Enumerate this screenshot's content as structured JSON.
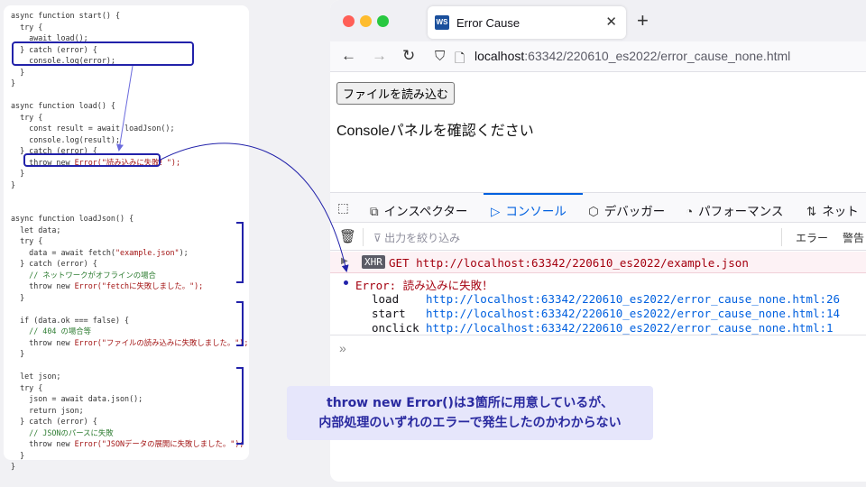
{
  "code": {
    "lines": [
      [
        {
          "t": "async function start() {",
          "c": "kw0"
        }
      ],
      [
        {
          "t": "  try {",
          "c": ""
        }
      ],
      [
        {
          "t": "    await load();",
          "c": ""
        }
      ],
      [
        {
          "t": "  } catch (error) {",
          "c": ""
        }
      ],
      [
        {
          "t": "    console.log(error);",
          "c": ""
        }
      ],
      [
        {
          "t": "  }",
          "c": ""
        }
      ],
      [
        {
          "t": "}",
          "c": ""
        }
      ],
      [
        {
          "t": "",
          "c": ""
        }
      ],
      [
        {
          "t": "async function load() {",
          "c": ""
        }
      ],
      [
        {
          "t": "  try {",
          "c": ""
        }
      ],
      [
        {
          "t": "    const result = await loadJson();",
          "c": ""
        }
      ],
      [
        {
          "t": "    console.log(result);",
          "c": ""
        }
      ],
      [
        {
          "t": "  } catch (error) {",
          "c": ""
        }
      ],
      [
        {
          "t": "    throw new ",
          "c": ""
        },
        {
          "t": "Error(\"読み込みに失敗！\");",
          "c": "str"
        }
      ],
      [
        {
          "t": "  }",
          "c": ""
        }
      ],
      [
        {
          "t": "}",
          "c": ""
        }
      ],
      [
        {
          "t": "",
          "c": ""
        }
      ],
      [
        {
          "t": "",
          "c": ""
        }
      ],
      [
        {
          "t": "async function loadJson() {",
          "c": ""
        }
      ],
      [
        {
          "t": "  let data;",
          "c": ""
        }
      ],
      [
        {
          "t": "  try {",
          "c": ""
        }
      ],
      [
        {
          "t": "    data = await fetch(",
          "c": ""
        },
        {
          "t": "\"example.json\"",
          "c": "str"
        },
        {
          "t": ");",
          "c": ""
        }
      ],
      [
        {
          "t": "  } catch (error) {",
          "c": ""
        }
      ],
      [
        {
          "t": "    // ネットワークがオフラインの場合",
          "c": "cm"
        }
      ],
      [
        {
          "t": "    throw new ",
          "c": ""
        },
        {
          "t": "Error(\"fetchに失敗しました。\");",
          "c": "str"
        }
      ],
      [
        {
          "t": "  }",
          "c": ""
        }
      ],
      [
        {
          "t": "",
          "c": ""
        }
      ],
      [
        {
          "t": "  if (data.ok === false) {",
          "c": ""
        }
      ],
      [
        {
          "t": "    // 404 の場合等",
          "c": "cm"
        }
      ],
      [
        {
          "t": "    throw new ",
          "c": ""
        },
        {
          "t": "Error(\"ファイルの読み込みに失敗しました。\");",
          "c": "str"
        }
      ],
      [
        {
          "t": "  }",
          "c": ""
        }
      ],
      [
        {
          "t": "",
          "c": ""
        }
      ],
      [
        {
          "t": "  let json;",
          "c": ""
        }
      ],
      [
        {
          "t": "  try {",
          "c": ""
        }
      ],
      [
        {
          "t": "    json = await data.json();",
          "c": ""
        }
      ],
      [
        {
          "t": "    return json;",
          "c": ""
        }
      ],
      [
        {
          "t": "  } catch (error) {",
          "c": ""
        }
      ],
      [
        {
          "t": "    // JSONのパースに失敗",
          "c": "cm"
        }
      ],
      [
        {
          "t": "    throw new ",
          "c": ""
        },
        {
          "t": "Error(\"JSONデータの展開に失敗しました。\");",
          "c": "str"
        }
      ],
      [
        {
          "t": "  }",
          "c": ""
        }
      ],
      [
        {
          "t": "}",
          "c": ""
        }
      ]
    ]
  },
  "browser": {
    "tab_title": "Error Cause",
    "tab_close": "✕",
    "new_tab": "+",
    "favicon": "WS",
    "url_host": "localhost",
    "url_rest": ":63342/220610_es2022/error_cause_none.html",
    "nav": {
      "back": "←",
      "forward": "→",
      "reload": "↻",
      "shield": "⛉",
      "page": "🗋"
    }
  },
  "page": {
    "button_label": "ファイルを読み込む",
    "message": "Consoleパネルを確認ください"
  },
  "devtools": {
    "tabs": [
      {
        "icon": "⬚",
        "label": ""
      },
      {
        "icon": "⧉",
        "label": "インスペクター"
      },
      {
        "icon": "▷",
        "label": "コンソール"
      },
      {
        "icon": "⬡",
        "label": "デバッガー"
      },
      {
        "icon": "◔",
        "label": "パフォーマンス"
      },
      {
        "icon": "⇅",
        "label": "ネット"
      }
    ],
    "filter_placeholder": "出力を絞り込み",
    "levels": [
      "エラー",
      "警告"
    ]
  },
  "console": {
    "xhr_badge": "XHR",
    "xhr_text": "GET http://localhost:63342/220610_es2022/example.json",
    "error_title": "Error: 読み込みに失敗！",
    "stack": [
      {
        "fn": "load",
        "loc": "http://localhost:63342/220610_es2022/error_cause_none.html:26"
      },
      {
        "fn": "start",
        "loc": "http://localhost:63342/220610_es2022/error_cause_none.html:14"
      },
      {
        "fn": "onclick",
        "loc": "http://localhost:63342/220610_es2022/error_cause_none.html:1"
      }
    ],
    "prompt": "»"
  },
  "callout": {
    "line1": "throw new Error()は3箇所に用意しているが、",
    "line2": "内部処理のいずれのエラーで発生したのかわからない"
  },
  "colors": {
    "annotation": "#2222aa",
    "error_text": "#a4000f",
    "link": "#0060df",
    "callout_bg": "#e6e6fb"
  }
}
